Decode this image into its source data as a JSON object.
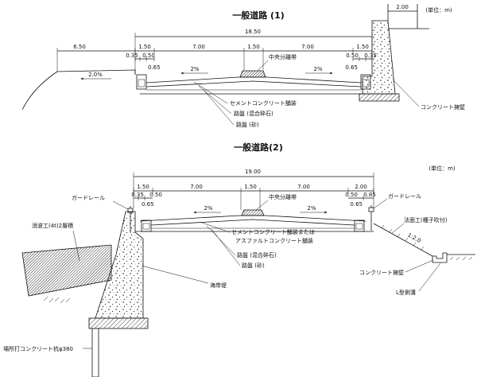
{
  "section1": {
    "title": "一般道路 (1)",
    "units": "(単位：m)",
    "dim_wall_top": "2.00",
    "dim_total": "18.50",
    "dim_left_slope": "6.50",
    "dim_left_shoulder": "1.50",
    "dim_left_lane": "7.00",
    "dim_median": "1.50",
    "dim_right_lane": "7.00",
    "dim_right_shoulder": "1.50",
    "dim_left_curb_a": "0.35",
    "dim_left_curb_b": "0.50",
    "dim_right_curb_a": "0.50",
    "dim_right_curb_b": "0.35",
    "dim_left_depth": "0.65",
    "dim_right_depth": "0.65",
    "slope_ground": "2.0%",
    "slope_left": "2%",
    "slope_right": "2%",
    "label_median": "中央分離帯",
    "label_pavement": "セメントコンクリート舗装",
    "label_base_gravel": "路盤 (混合砕石)",
    "label_base_sand": "路盤 (砂)",
    "label_retaining_wall": "コンクリート擁壁"
  },
  "section2": {
    "title": "一般道路(2)",
    "units": "(単位：m)",
    "dim_total": "19.00",
    "dim_left_shoulder": "1.50",
    "dim_left_lane": "7.00",
    "dim_median": "1.50",
    "dim_right_lane": "7.00",
    "dim_right_shoulder": "2.00",
    "dim_left_curb_a": "0.35",
    "dim_left_curb_b": "0.50",
    "dim_right_curb_a": "0.50",
    "dim_right_curb_b": "0.85",
    "dim_left_depth": "0.65",
    "dim_right_depth": "0.65",
    "slope_left": "2%",
    "slope_right": "2%",
    "slope_embankment": "1:2.0",
    "label_guardrail_left": "ガードレール",
    "label_guardrail_right": "ガードレール",
    "label_median": "中央分離帯",
    "label_slope_protection": "法面工(種子吹付)",
    "label_wave_blocks": "消波工(4t)2層積",
    "label_pavement_1": "セメントコンクリート舗装または",
    "label_pavement_2": "アスファルトコンクリート舗装",
    "label_base_gravel": "路盤 (混合砕石)",
    "label_base_sand": "路盤 (砂)",
    "label_retaining_wall": "コンクリート擁壁",
    "label_seawall": "海岸堤",
    "label_gutter": "L型側溝",
    "label_pile": "場所打コンクリート杭φ380"
  }
}
